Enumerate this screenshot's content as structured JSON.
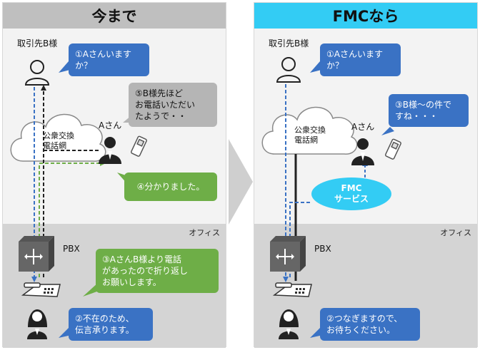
{
  "left_panel": {
    "title": "今まで",
    "office_label": "オフィス",
    "client_label": "取引先B様",
    "a_label": "Aさん",
    "cloud_label": "公衆交換\n電話網",
    "pbx_label": "PBX",
    "bubbles": {
      "q1": "①Aさんいます\nか？",
      "q2": "②不在のため、\n伝言承ります。",
      "q3": "③AさんB様より電話\nがあったので折り返し\nお願いします。",
      "q4": "④分かりました。",
      "q5": "⑤B様先ほど\nお電話いただい\nたようで・・"
    }
  },
  "right_panel": {
    "title": "FMCなら",
    "office_label": "オフィス",
    "client_label": "取引先B様",
    "a_label": "Aさん",
    "cloud_label": "公衆交換\n電話網",
    "pbx_label": "PBX",
    "service_label": "FMC\nサービス",
    "bubbles": {
      "q1": "①Aさんいます\nか？",
      "q2": "②つなぎますので、\nお待ちください。",
      "q3": "③B様～の件で\nすね・・・"
    }
  },
  "colors": {
    "header_left": "#bfbfbf",
    "header_right": "#33ccf4",
    "bubble_blue": "#3a72c4",
    "bubble_green": "#6eae47",
    "bubble_gray": "#b5b5b5",
    "office_bg": "#d4d4d4"
  }
}
